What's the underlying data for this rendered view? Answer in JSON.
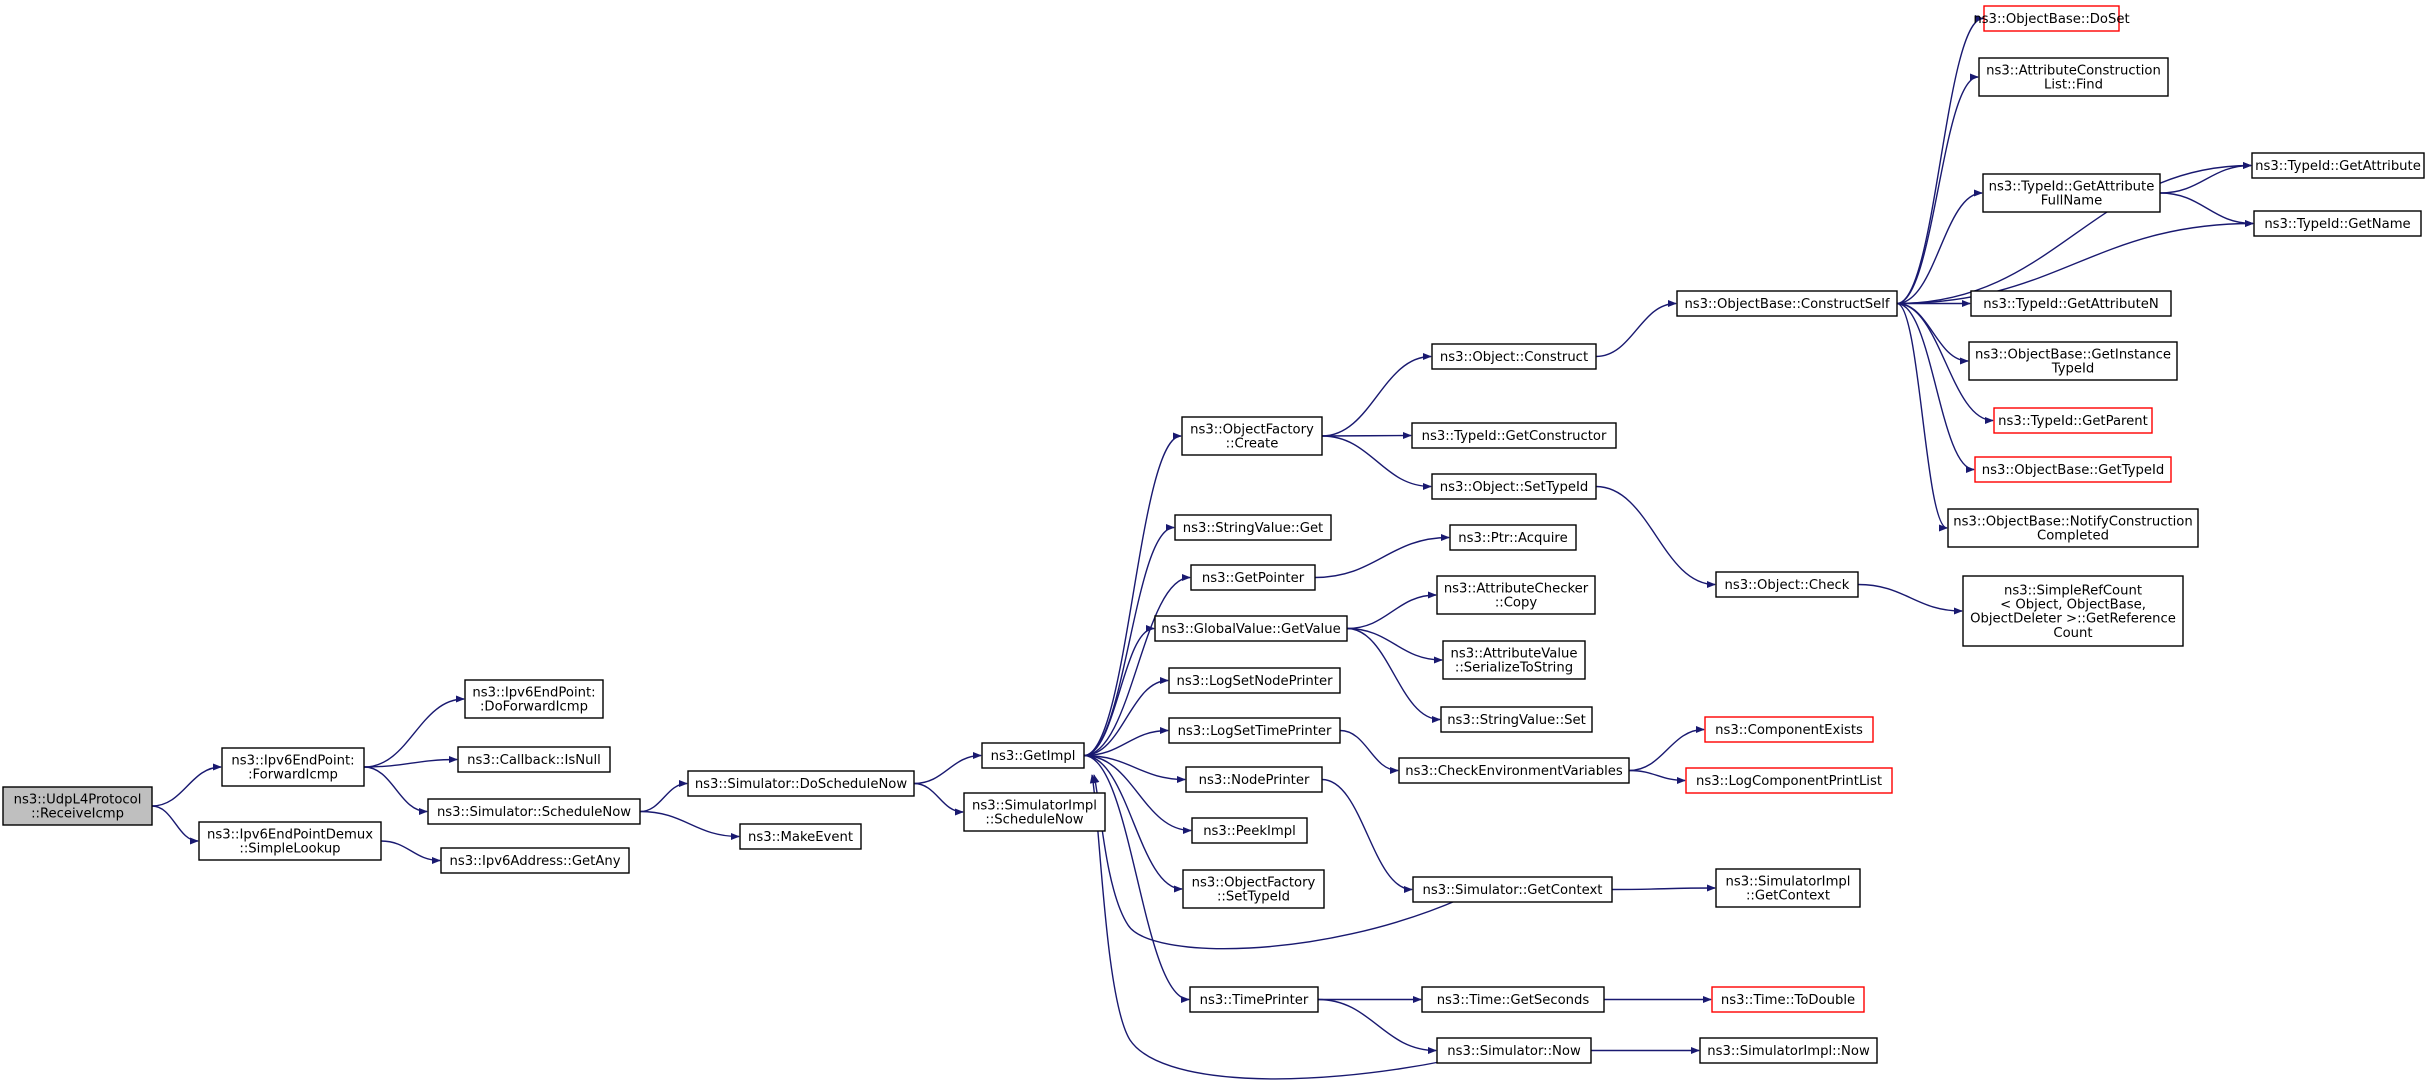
{
  "colors": {
    "edge": "#191970",
    "node_border": "#000000",
    "node_border_incomplete": "#ff0000",
    "root_fill": "#bfbfbf",
    "background": "#ffffff"
  },
  "nodes": {
    "root": {
      "lines": [
        "ns3::UdpL4Protocol",
        "::ReceiveIcmp"
      ]
    },
    "ep_fwd": {
      "lines": [
        "ns3::Ipv6EndPoint:",
        ":ForwardIcmp"
      ]
    },
    "demux_lookup": {
      "lines": [
        "ns3::Ipv6EndPointDemux",
        "::SimpleLookup"
      ]
    },
    "ep_doforward": {
      "lines": [
        "ns3::Ipv6EndPoint:",
        ":DoForwardIcmp"
      ]
    },
    "cb_isnull": {
      "lines": [
        "ns3::Callback::IsNull"
      ]
    },
    "sim_schedulenow": {
      "lines": [
        "ns3::Simulator::ScheduleNow"
      ]
    },
    "ipv6_getany": {
      "lines": [
        "ns3::Ipv6Address::GetAny"
      ]
    },
    "sim_doschedulenow": {
      "lines": [
        "ns3::Simulator::DoScheduleNow"
      ]
    },
    "makeevent": {
      "lines": [
        "ns3::MakeEvent"
      ]
    },
    "getimpl": {
      "lines": [
        "ns3::GetImpl"
      ]
    },
    "simimpl_schednow": {
      "lines": [
        "ns3::SimulatorImpl",
        "::ScheduleNow"
      ]
    },
    "objfactory_create": {
      "lines": [
        "ns3::ObjectFactory",
        "::Create"
      ]
    },
    "stringvalue_get": {
      "lines": [
        "ns3::StringValue::Get"
      ]
    },
    "getpointer": {
      "lines": [
        "ns3::GetPointer"
      ]
    },
    "globalvalue_get": {
      "lines": [
        "ns3::GlobalValue::GetValue"
      ]
    },
    "logsetnodeprinter": {
      "lines": [
        "ns3::LogSetNodePrinter"
      ]
    },
    "logsettimeprinter": {
      "lines": [
        "ns3::LogSetTimePrinter"
      ]
    },
    "nodeprinter": {
      "lines": [
        "ns3::NodePrinter"
      ]
    },
    "peekimpl": {
      "lines": [
        "ns3::PeekImpl"
      ]
    },
    "objfactory_settid": {
      "lines": [
        "ns3::ObjectFactory",
        "::SetTypeId"
      ]
    },
    "timeprinter": {
      "lines": [
        "ns3::TimePrinter"
      ]
    },
    "object_construct": {
      "lines": [
        "ns3::Object::Construct"
      ]
    },
    "typeid_getctor": {
      "lines": [
        "ns3::TypeId::GetConstructor"
      ]
    },
    "object_settypeid": {
      "lines": [
        "ns3::Object::SetTypeId"
      ]
    },
    "ptr_acquire": {
      "lines": [
        "ns3::Ptr::Acquire"
      ]
    },
    "attrchecker_copy": {
      "lines": [
        "ns3::AttributeChecker",
        "::Copy"
      ]
    },
    "attrvalue_ser": {
      "lines": [
        "ns3::AttributeValue",
        "::SerializeToString"
      ]
    },
    "stringvalue_set": {
      "lines": [
        "ns3::StringValue::Set"
      ]
    },
    "check_env": {
      "lines": [
        "ns3::CheckEnvironmentVariables"
      ]
    },
    "sim_getcontext": {
      "lines": [
        "ns3::Simulator::GetContext"
      ]
    },
    "time_getseconds": {
      "lines": [
        "ns3::Time::GetSeconds"
      ]
    },
    "sim_now": {
      "lines": [
        "ns3::Simulator::Now"
      ]
    },
    "objbase_constructself": {
      "lines": [
        "ns3::ObjectBase::ConstructSelf"
      ]
    },
    "object_check": {
      "lines": [
        "ns3::Object::Check"
      ]
    },
    "component_exists": {
      "lines": [
        "ns3::ComponentExists"
      ]
    },
    "logcomp_printlist": {
      "lines": [
        "ns3::LogComponentPrintList"
      ]
    },
    "simimpl_getcontext": {
      "lines": [
        "ns3::SimulatorImpl",
        "::GetContext"
      ]
    },
    "time_todouble": {
      "lines": [
        "ns3::Time::ToDouble"
      ]
    },
    "simimpl_now": {
      "lines": [
        "ns3::SimulatorImpl::Now"
      ]
    },
    "objbase_doset": {
      "lines": [
        "ns3::ObjectBase::DoSet"
      ]
    },
    "attrconst_find": {
      "lines": [
        "ns3::AttributeConstruction",
        "List::Find"
      ]
    },
    "typeid_getattrfull": {
      "lines": [
        "ns3::TypeId::GetAttribute",
        "FullName"
      ]
    },
    "typeid_getattrn": {
      "lines": [
        "ns3::TypeId::GetAttributeN"
      ]
    },
    "objbase_getinst": {
      "lines": [
        "ns3::ObjectBase::GetInstance",
        "TypeId"
      ]
    },
    "typeid_getparent": {
      "lines": [
        "ns3::TypeId::GetParent"
      ]
    },
    "objbase_gettypeid": {
      "lines": [
        "ns3::ObjectBase::GetTypeId"
      ]
    },
    "objbase_notify": {
      "lines": [
        "ns3::ObjectBase::NotifyConstruction",
        "Completed"
      ]
    },
    "simplerefcount": {
      "lines": [
        "ns3::SimpleRefCount",
        "< Object, ObjectBase,",
        "ObjectDeleter >::GetReference",
        "Count"
      ]
    },
    "typeid_getattr": {
      "lines": [
        "ns3::TypeId::GetAttribute"
      ]
    },
    "typeid_getname": {
      "lines": [
        "ns3::TypeId::GetName"
      ]
    }
  }
}
